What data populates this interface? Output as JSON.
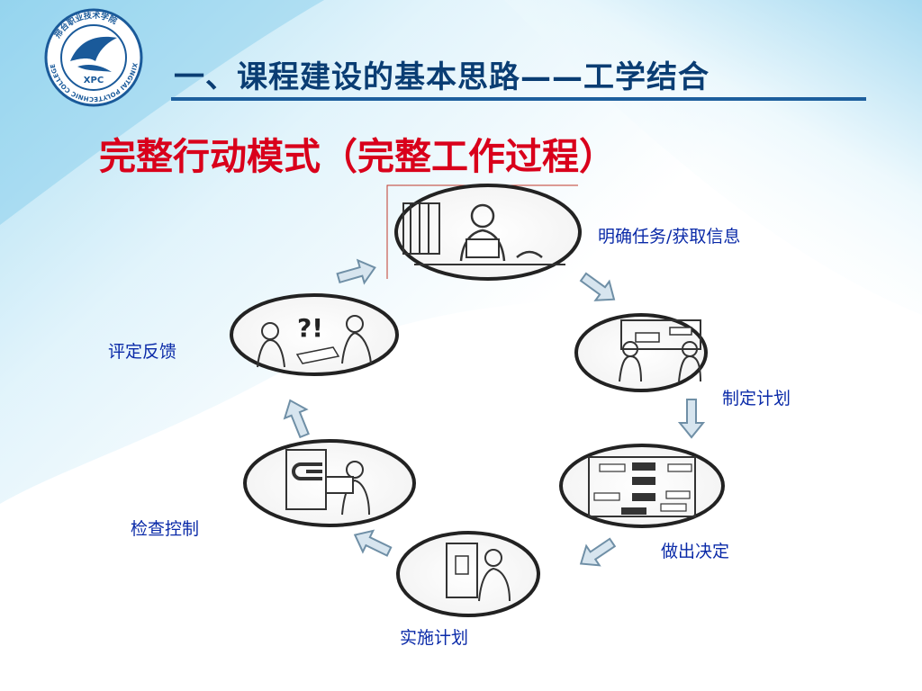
{
  "slide": {
    "title": "一、课程建设的基本思路——工学结合",
    "subtitle": "完整行动模式（完整工作过程）"
  },
  "logo": {
    "school_name_en": "XINGTAI POLYTECHNIC COLLEGE",
    "school_name_cn": "邢台职业技术学院",
    "monogram": "XPC"
  },
  "steps": [
    {
      "label": "明确任务/获取信息"
    },
    {
      "label": "制定计划"
    },
    {
      "label": "做出决定"
    },
    {
      "label": "实施计划"
    },
    {
      "label": "检查控制"
    },
    {
      "label": "评定反馈"
    }
  ],
  "colors": {
    "title": "#0a3d73",
    "subtitle": "#d9001b",
    "labels": "#0a2aa8",
    "arrow_fill": "#d7e5ef",
    "arrow_stroke": "#6f8fa6"
  }
}
